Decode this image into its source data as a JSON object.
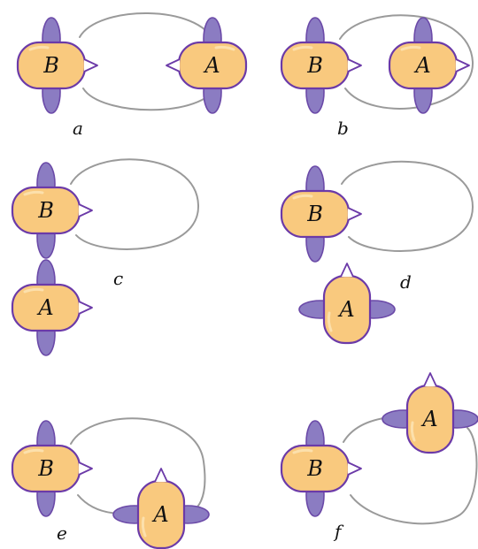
{
  "colors": {
    "body_fill": "#f9c97e",
    "lobe_fill": "#8b7cc2",
    "outline": "#6b3aa8",
    "loop_stroke": "#9a9a9a",
    "background": "#ffffff"
  },
  "panels": [
    {
      "id": "a",
      "label": "a",
      "nodes": [
        {
          "letter": "B"
        },
        {
          "letter": "A"
        }
      ],
      "arrangement": "B and A face each other, joined by a loop"
    },
    {
      "id": "b",
      "label": "b",
      "nodes": [
        {
          "letter": "B"
        },
        {
          "letter": "A"
        }
      ],
      "arrangement": "A inside the loop, facing right"
    },
    {
      "id": "c",
      "label": "c",
      "nodes": [
        {
          "letter": "B"
        },
        {
          "letter": "A"
        }
      ],
      "arrangement": "A detached below B"
    },
    {
      "id": "d",
      "label": "d",
      "nodes": [
        {
          "letter": "B"
        },
        {
          "letter": "A"
        }
      ],
      "arrangement": "A detached below, rotated upward"
    },
    {
      "id": "e",
      "label": "e",
      "nodes": [
        {
          "letter": "B"
        },
        {
          "letter": "A"
        }
      ],
      "arrangement": "A sits on the lower arc of the loop, facing up"
    },
    {
      "id": "f",
      "label": "f",
      "nodes": [
        {
          "letter": "B"
        },
        {
          "letter": "A"
        }
      ],
      "arrangement": "A sits on the upper arc of the loop, facing up"
    }
  ]
}
